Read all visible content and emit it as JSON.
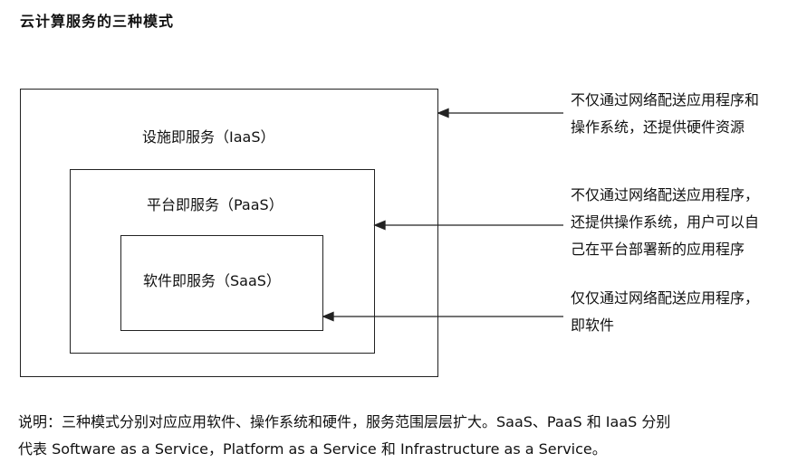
{
  "title": "云计算服务的三种模式",
  "layers": {
    "iaas": "设施即服务（IaaS）",
    "paas": "平台即服务（PaaS）",
    "saas": "软件即服务（SaaS）"
  },
  "descriptions": {
    "iaas": "不仅通过网络配送应用程序和\n操作系统，还提供硬件资源",
    "paas": "不仅通过网络配送应用程序，\n还提供操作系统，用户可以自\n己在平台部署新的应用程序",
    "saas": "仅仅通过网络配送应用程序，\n即软件"
  },
  "note": "说明：三种模式分别对应应用软件、操作系统和硬件，服务范围层层扩大。SaaS、PaaS 和 IaaS 分别\n代表 Software as a Service，Platform as a Service 和 Infrastructure as a Service。"
}
